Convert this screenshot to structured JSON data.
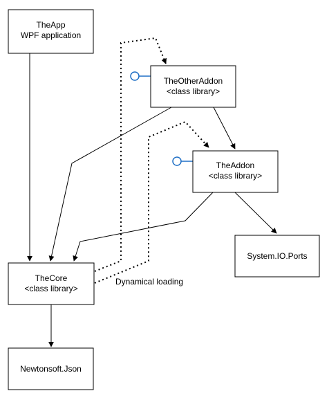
{
  "nodes": {
    "theapp": {
      "line1": "TheApp",
      "line2": "WPF application"
    },
    "theotheraddon": {
      "line1": "TheOtherAddon",
      "line2": "<class library>"
    },
    "theaddon": {
      "line1": "TheAddon",
      "line2": "<class library>"
    },
    "systemioports": {
      "line1": "System.IO.Ports"
    },
    "thecore": {
      "line1": "TheCore",
      "line2": "<class library>"
    },
    "newtonsoft": {
      "line1": "Newtonsoft.Json"
    }
  },
  "edges": {
    "dynamical_loading_label": "Dynamical loading"
  },
  "colors": {
    "stroke": "#000000",
    "interface": "#1f6fc5",
    "background": "#ffffff"
  }
}
